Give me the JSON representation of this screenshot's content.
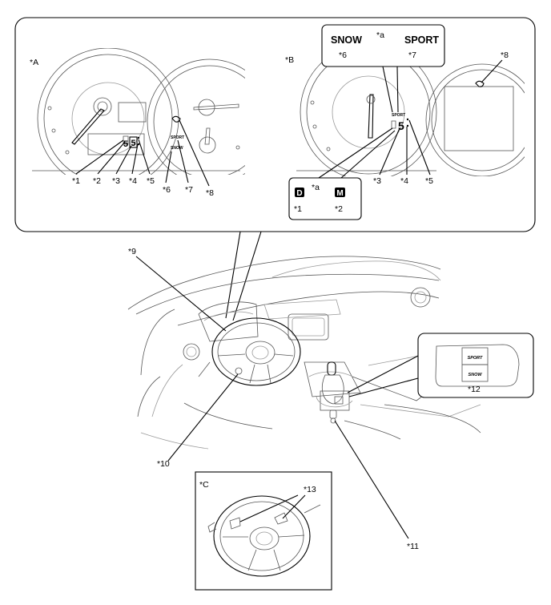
{
  "views": {
    "A": "*A",
    "B": "*B",
    "C": "*C"
  },
  "callouts": {
    "c1": "*1",
    "c2": "*2",
    "c3": "*3",
    "c4": "*4",
    "c5": "*5",
    "c6": "*6",
    "c7": "*7",
    "c8": "*8",
    "c9": "*9",
    "c10": "*10",
    "c11": "*11",
    "c12": "*12",
    "c13": "*13",
    "a": "*a"
  },
  "indicators": {
    "snow": "SNOW",
    "sport": "SPORT",
    "drive": "D",
    "manual": "M",
    "gear_number": "5",
    "small_sport": "SPORT",
    "small_snow": "SNOW"
  },
  "switch_buttons": {
    "sport": "SPORT",
    "snow": "SNOW"
  }
}
